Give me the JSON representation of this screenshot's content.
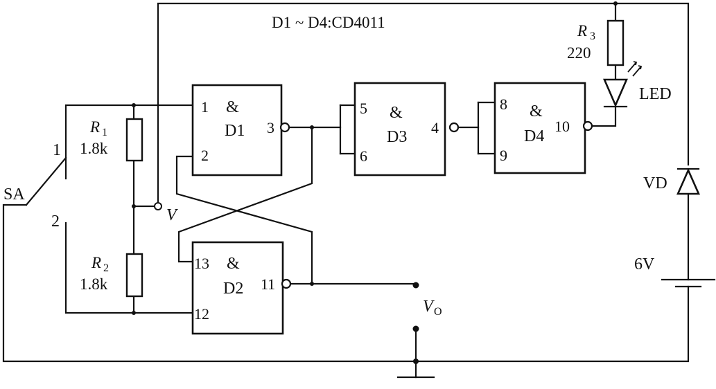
{
  "title": "D1 ~ D4:CD4011",
  "gates": {
    "d1": {
      "name": "D1",
      "symbol": "&",
      "pins": [
        "1",
        "2",
        "3"
      ]
    },
    "d2": {
      "name": "D2",
      "symbol": "&",
      "pins": [
        "13",
        "12",
        "11"
      ]
    },
    "d3": {
      "name": "D3",
      "symbol": "&",
      "pins": [
        "5",
        "6",
        "4"
      ]
    },
    "d4": {
      "name": "D4",
      "symbol": "&",
      "pins": [
        "8",
        "9",
        "10"
      ]
    }
  },
  "components": {
    "r1": {
      "letter": "R",
      "sub": "1",
      "value": "1.8k"
    },
    "r2": {
      "letter": "R",
      "sub": "2",
      "value": "1.8k"
    },
    "r3": {
      "letter": "R",
      "sub": "3",
      "value": "220"
    },
    "led": {
      "label": "LED"
    },
    "vd": {
      "label": "VD"
    },
    "battery": {
      "label": "6V"
    },
    "switch": {
      "label": "SA",
      "pos1": "1",
      "pos2": "2"
    }
  },
  "nodes": {
    "v": "V",
    "vo_letter": "V",
    "vo_sub": "O"
  },
  "colors": {
    "ink": "#111111",
    "background": "#ffffff"
  }
}
